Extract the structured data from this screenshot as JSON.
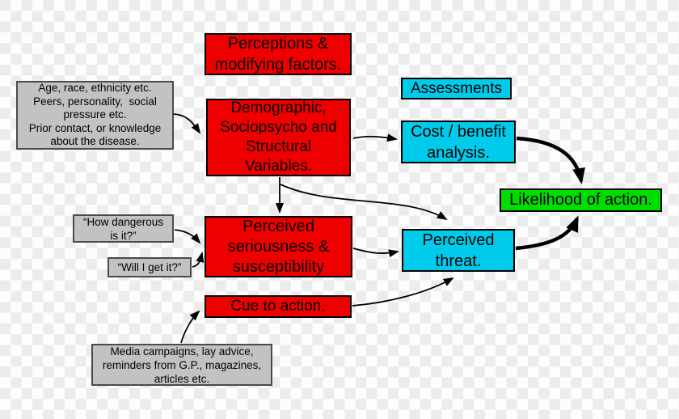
{
  "canvas": {
    "checker_light": "#fdfdfd",
    "checker_dark": "#ececec"
  },
  "colors": {
    "red_box": "#ee0000",
    "cyan_box": "#00cbea",
    "green_box": "#00dd00",
    "gray_box": "#c2c2c2",
    "arrow": "#000000",
    "text": "#000000"
  },
  "nodes": {
    "perceptions": {
      "label": "Perceptions &\nmodifying factors.",
      "color": "#ee0000"
    },
    "demographic": {
      "label": "Demographic,\nSociopsycho and\nStructural\nVariables.",
      "color": "#ee0000"
    },
    "assessments": {
      "label": "Assessments",
      "color": "#00cbea"
    },
    "cost_benefit": {
      "label": "Cost / benefit\nanalysis.",
      "color": "#00cbea"
    },
    "likelihood": {
      "label": "Likelihood of action.",
      "color": "#00dd00"
    },
    "seriousness": {
      "label": "Perceived\nseriousness &\nsusceptibility",
      "color": "#ee0000"
    },
    "threat": {
      "label": "Perceived\nthreat.",
      "color": "#00cbea"
    },
    "cue": {
      "label": "Cue to action.",
      "color": "#ee0000"
    },
    "age_race": {
      "label": "Age, race, ethnicity etc.\nPeers, personality,  social\npressure etc.\nPrior contact, or knowledge\nabout the disease.",
      "color": "#c2c2c2"
    },
    "how_dangerous": {
      "label": "“How dangerous\nis it?”",
      "color": "#c2c2c2"
    },
    "will_i_get": {
      "label": "“Will I get it?”",
      "color": "#c2c2c2"
    },
    "media": {
      "label": "Media campaigns, lay advice,\nreminders from G.P., magazines,\narticles etc.",
      "color": "#c2c2c2"
    }
  },
  "edges": [
    {
      "from": "age_race",
      "to": "demographic",
      "weight": "normal"
    },
    {
      "from": "demographic",
      "to": "cost_benefit",
      "weight": "normal"
    },
    {
      "from": "demographic",
      "to": "seriousness",
      "weight": "normal"
    },
    {
      "from": "demographic",
      "to": "threat",
      "weight": "normal"
    },
    {
      "from": "how_dangerous",
      "to": "seriousness",
      "weight": "normal"
    },
    {
      "from": "will_i_get",
      "to": "seriousness",
      "weight": "normal"
    },
    {
      "from": "seriousness",
      "to": "threat",
      "weight": "normal"
    },
    {
      "from": "media",
      "to": "cue",
      "weight": "normal"
    },
    {
      "from": "cue",
      "to": "threat",
      "weight": "normal"
    },
    {
      "from": "cost_benefit",
      "to": "likelihood",
      "weight": "thick"
    },
    {
      "from": "threat",
      "to": "likelihood",
      "weight": "thick"
    }
  ]
}
